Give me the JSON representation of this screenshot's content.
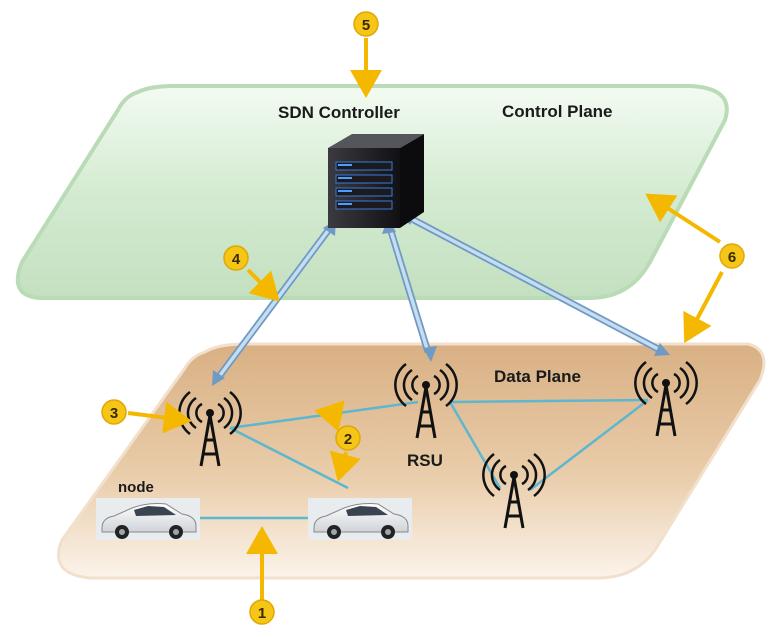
{
  "labels": {
    "controller": "SDN Controller",
    "control_plane": "Control Plane",
    "data_plane": "Data Plane",
    "rsu": "RSU",
    "node": "node"
  },
  "badges": {
    "b1": "1",
    "b2": "2",
    "b3": "3",
    "b4": "4",
    "b5": "5",
    "b6": "6"
  },
  "colors": {
    "control_plane_fill": "#cfe8cf",
    "data_plane_fill": "#e2c09a",
    "link_arrow": "#9cc0e0",
    "link_line": "#5fb6cf",
    "badge": "#f5c518",
    "arrow_yellow": "#f5b800",
    "server": "#1e1e22"
  },
  "icons": {
    "controller": "server-icon",
    "tower": "antenna-tower-icon",
    "vehicle": "car-icon"
  }
}
